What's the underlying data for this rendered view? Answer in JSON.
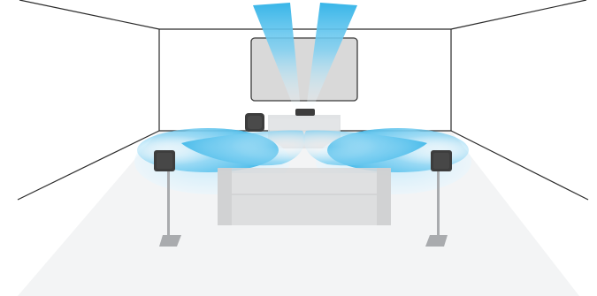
{
  "scene": {
    "colors": {
      "background": "#ffffff",
      "wall_line": "#2a2a2a",
      "floor": "#f3f4f5",
      "screen_fill": "#d9d9d9",
      "screen_border": "#3a3a3a",
      "beam_core": "#38b5e8",
      "beam_edge": "#b8e6fa",
      "device_dark": "#3d3d3d",
      "furniture": "#d8d9da",
      "stand": "#a9abae"
    },
    "icons": [
      "room-outline",
      "projection-screen",
      "projector",
      "upward-sound-beam",
      "wide-sound-beam",
      "subwoofer",
      "rear-speaker",
      "speaker-stand",
      "media-console",
      "sofa"
    ]
  }
}
